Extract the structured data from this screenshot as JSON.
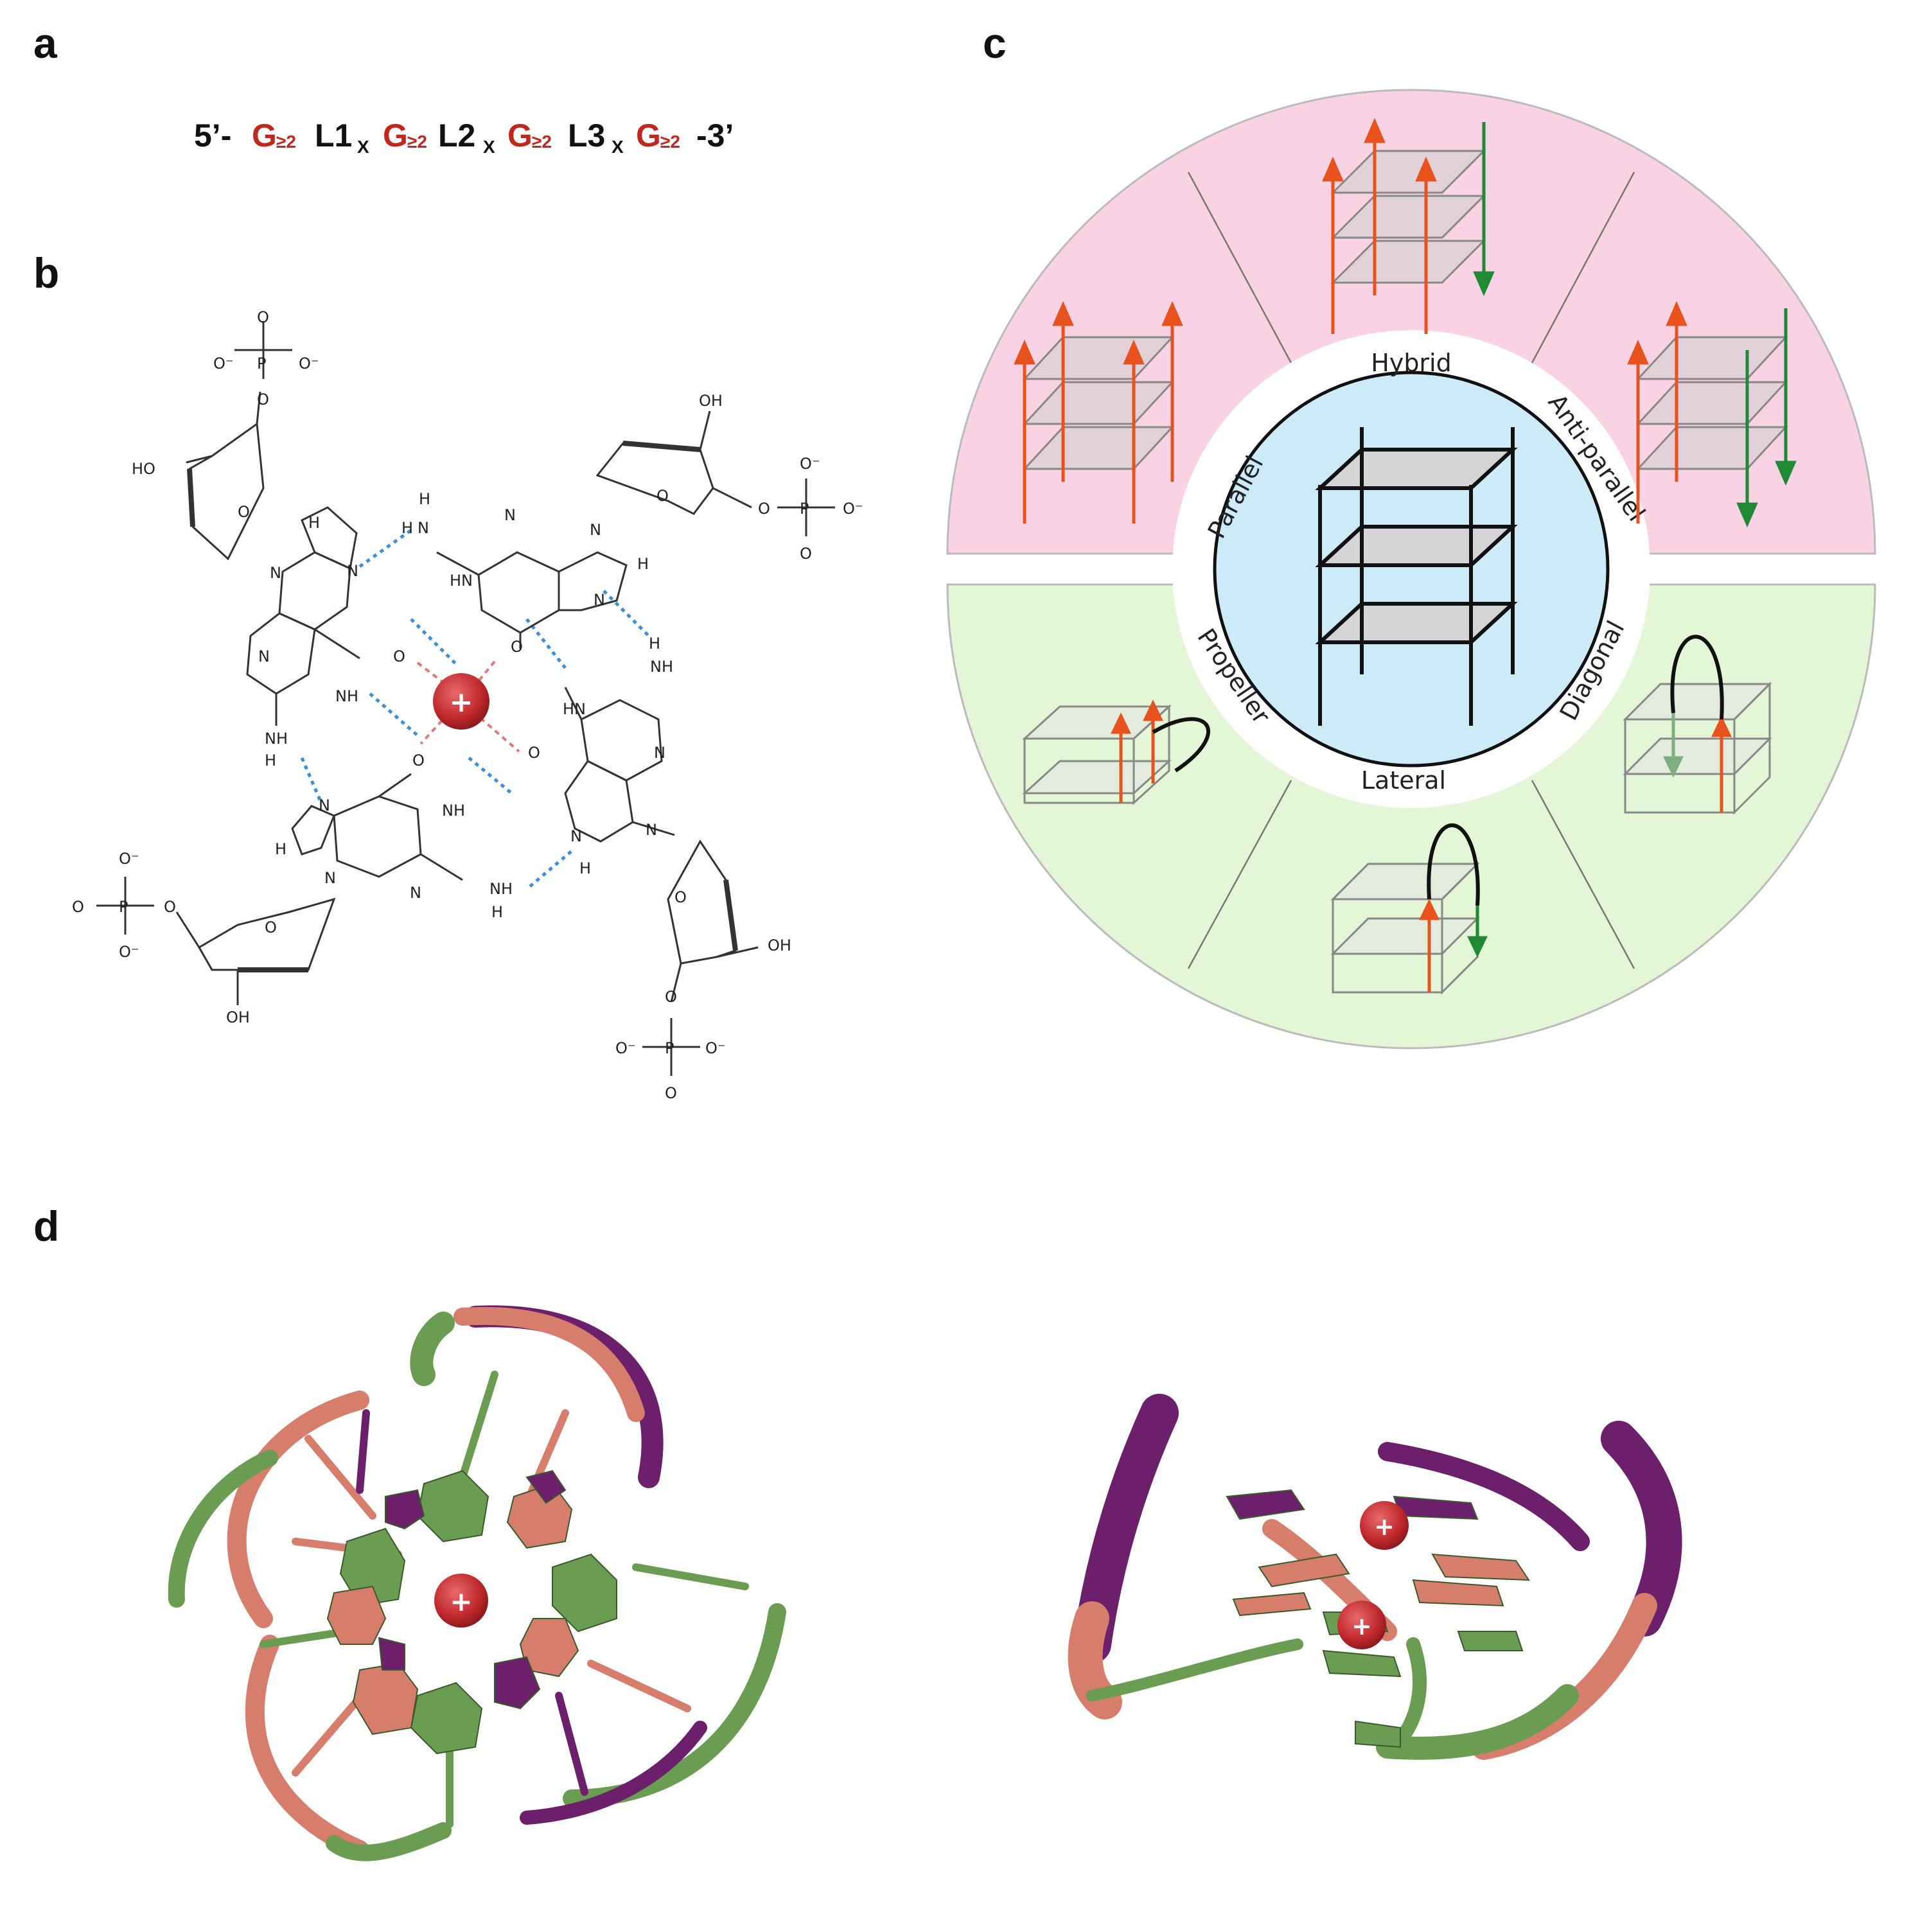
{
  "panels": {
    "a": "a",
    "b": "b",
    "c": "c",
    "d": "d"
  },
  "sequence": {
    "prefix": "5’-",
    "g": "G",
    "g_sub": "≥2",
    "l1": "L1",
    "l2": "L2",
    "l3": "L3",
    "x_sub": "X",
    "suffix": "-3’",
    "g_color": "#c0271d"
  },
  "structure": {
    "cation": "+",
    "atoms": {
      "O": "O",
      "O_minus": "O⁻",
      "P": "P",
      "OH": "OH",
      "HO": "HO",
      "N": "N",
      "NH": "NH",
      "HN": "HN",
      "H": "H"
    },
    "hbond_color": "#3d8fd6",
    "ion_bond_color": "#e07a7a"
  },
  "wheel": {
    "top_labels": [
      "Parallel",
      "Hybrid",
      "Anti-parallel"
    ],
    "bottom_labels": [
      "Propeller",
      "Lateral",
      "Diagonal"
    ],
    "top_color": "#f9d3e4",
    "bottom_color": "#e3f7d6",
    "center_color": "#cdeaf9",
    "up_arrow_color": "#e8521c",
    "down_arrow_color": "#1e8a34"
  },
  "models": {
    "cation": "+",
    "colors": {
      "green": "#6a9c52",
      "salmon": "#d77d6b",
      "purple": "#6c1f6b"
    }
  }
}
